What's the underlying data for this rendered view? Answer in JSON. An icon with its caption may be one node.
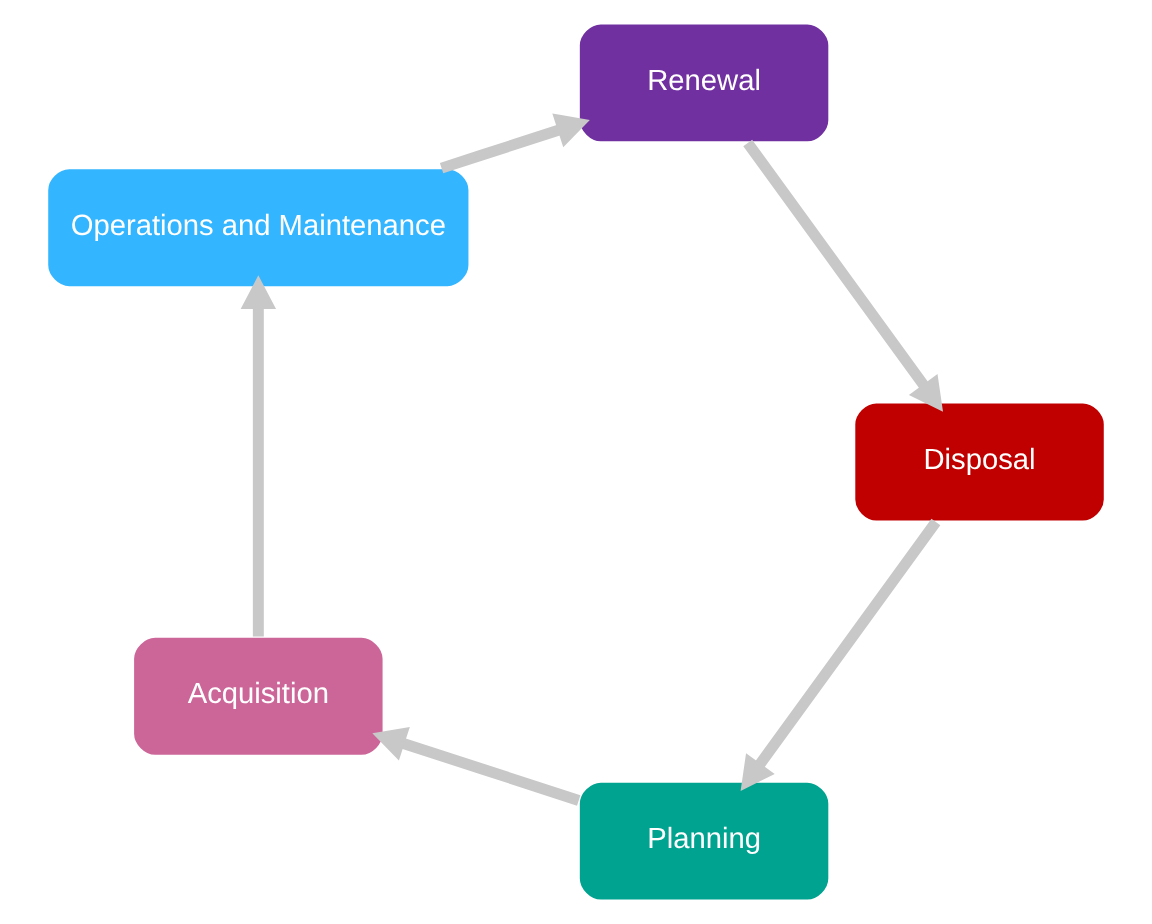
{
  "diagram": {
    "nodes": [
      {
        "text": [
          "Planning"
        ]
      },
      {
        "text": [
          "Acquisition"
        ]
      },
      {
        "text": [
          "Operations and Maintenance"
        ]
      },
      {
        "text": [
          "Renewal"
        ]
      },
      {
        "text": [
          "Disposal"
        ]
      }
    ],
    "edges": [
      {
        "from": 0,
        "to": 1,
        "arrow": "to"
      },
      {
        "from": 1,
        "to": 2,
        "arrow": "to"
      },
      {
        "from": 2,
        "to": 3,
        "arrow": "to"
      },
      {
        "from": 3,
        "to": 4,
        "arrow": "to"
      },
      {
        "from": 4,
        "to": 0,
        "arrow": "to"
      }
    ]
  }
}
